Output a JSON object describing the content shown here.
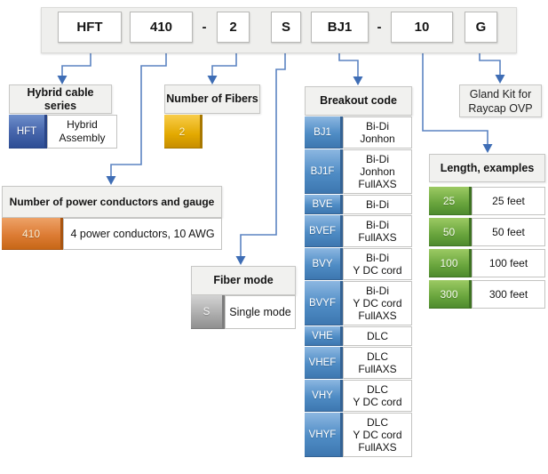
{
  "code_bar": {
    "segments": [
      "HFT",
      "410",
      "-",
      "2",
      "S",
      "BJ1",
      "-",
      "10",
      "G"
    ]
  },
  "sections": {
    "series": {
      "title": "Hybrid cable series",
      "code": "HFT",
      "desc": "Hybrid\nAssembly"
    },
    "fibers": {
      "title": "Number of Fibers",
      "code": "2"
    },
    "power": {
      "title": "Number of power conductors and gauge",
      "code": "410",
      "desc": "4 power conductors, 10 AWG"
    },
    "fiber_mode": {
      "title": "Fiber mode",
      "code": "S",
      "desc": "Single mode"
    },
    "breakout": {
      "title": "Breakout code",
      "rows": [
        {
          "code": "BJ1",
          "desc": "Bi-Di\nJonhon"
        },
        {
          "code": "BJ1F",
          "desc": "Bi-Di\nJonhon\nFullAXS"
        },
        {
          "code": "BVE",
          "desc": "Bi-Di"
        },
        {
          "code": "BVEF",
          "desc": "Bi-Di\nFullAXS"
        },
        {
          "code": "BVY",
          "desc": "Bi-Di\nY DC cord"
        },
        {
          "code": "BVYF",
          "desc": "Bi-Di\nY DC cord\nFullAXS"
        },
        {
          "code": "VHE",
          "desc": "DLC"
        },
        {
          "code": "VHEF",
          "desc": "DLC\nFullAXS"
        },
        {
          "code": "VHY",
          "desc": "DLC\nY DC cord"
        },
        {
          "code": "VHYF",
          "desc": "DLC\nY DC cord\nFullAXS"
        }
      ]
    },
    "gland": {
      "label": "Gland Kit for\nRaycap OVP"
    },
    "length": {
      "title": "Length, examples",
      "rows": [
        {
          "code": "25",
          "desc": "25 feet"
        },
        {
          "code": "50",
          "desc": "50 feet"
        },
        {
          "code": "100",
          "desc": "100 feet"
        },
        {
          "code": "300",
          "desc": "300 feet"
        }
      ]
    }
  },
  "colors": {
    "connector_line": "#5b84c2",
    "arrowhead": "#3e6db5",
    "navy_cell": "#2e4e95",
    "blue_cell": "#4f8cc5",
    "gold_cell": "#e3a900",
    "orange_cell": "#dd7c35",
    "gray_cell": "#ababab",
    "green_cell": "#69a53d"
  }
}
